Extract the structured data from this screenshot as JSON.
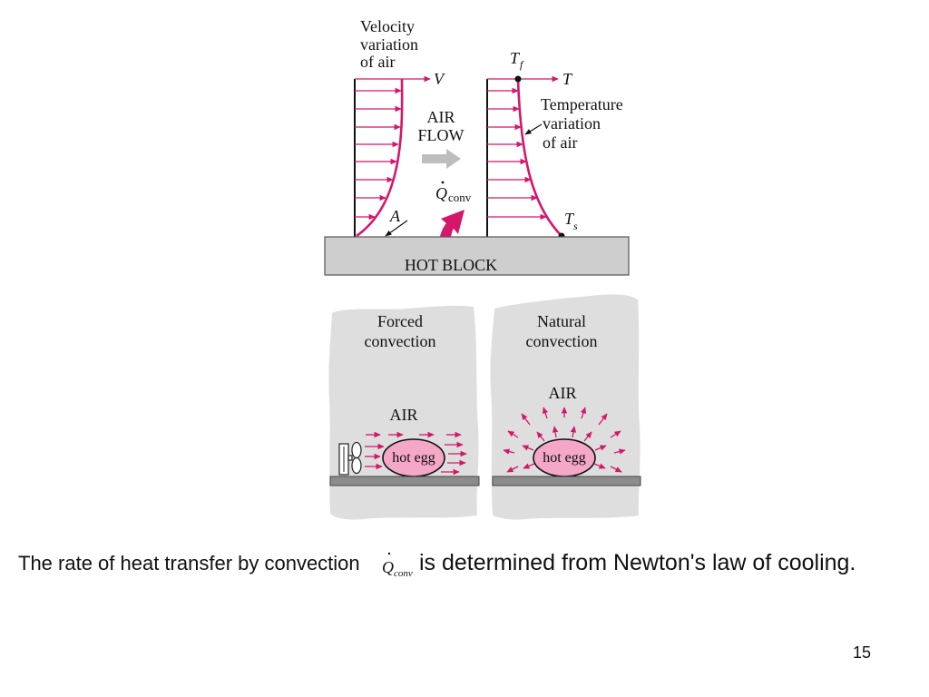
{
  "slide": {
    "caption": {
      "prefix": "The rate of heat transfer by convection",
      "symbol_main": "Q",
      "symbol_sub": "conv",
      "suffix": "is determined from Newton's law of cooling."
    },
    "page_number": "15"
  },
  "top_figure": {
    "velocity_label": [
      "Velocity",
      "variation",
      "of air"
    ],
    "velocity_axis_label": "V",
    "air_flow_label": [
      "AIR",
      "FLOW"
    ],
    "heat_rate_label": {
      "main": "Q",
      "sub": "conv"
    },
    "point_label": "A",
    "free_stream_temp_label": {
      "main": "T",
      "sub": "f"
    },
    "temperature_axis_label": "T",
    "temperature_label": [
      "Temperature",
      "variation",
      "of air"
    ],
    "surface_temp_label": {
      "main": "T",
      "sub": "s"
    },
    "block_label": "HOT BLOCK"
  },
  "bottom_panels": [
    {
      "title": [
        "Forced",
        "convection"
      ],
      "medium_label": "AIR",
      "object_label": "hot egg",
      "source_icon": "fan-icon"
    },
    {
      "title": [
        "Natural",
        "convection"
      ],
      "medium_label": "AIR",
      "object_label": "hot egg"
    }
  ],
  "colors": {
    "profile_accent": "#d4176b",
    "egg_fill": "#f4a7c6",
    "block_fill": "#cecece",
    "panel_fill": "#dedede",
    "ground_fill": "#8c8c8c",
    "flow_arrow": "#bdbdbd"
  }
}
